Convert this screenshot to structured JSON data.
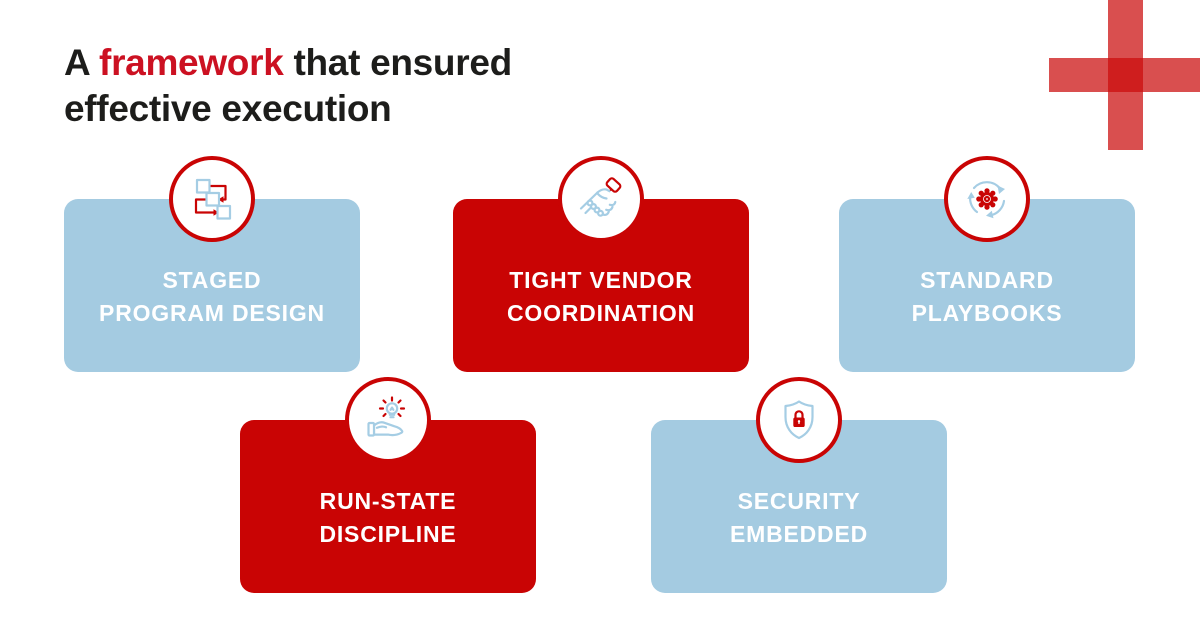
{
  "colors": {
    "title_text": "#1d1d1b",
    "title_highlight": "#cc1122",
    "card_red": "#c90404",
    "card_blue": "#a4cbe1",
    "card_text": "#ffffff",
    "icon_red": "#c90404",
    "icon_blue": "#a5cde4",
    "cross_red": "#cb0b0b"
  },
  "title": {
    "part1": "A",
    "highlight": "framework",
    "part2": "that ensured",
    "line2": "effective execution"
  },
  "decorations": {
    "plus": {
      "shape": "plus-cross",
      "color": "#cb0b0b",
      "position": "top-right"
    }
  },
  "cards": [
    {
      "variant": "blue",
      "icon": "flowchart-icon",
      "lines": [
        "STAGED",
        "PROGRAM DESIGN"
      ]
    },
    {
      "variant": "red",
      "icon": "handshake-icon",
      "lines": [
        "TIGHT VENDOR",
        "COORDINATION"
      ]
    },
    {
      "variant": "blue",
      "icon": "gear-cycle-icon",
      "lines": [
        "STANDARD",
        "PLAYBOOKS"
      ]
    },
    {
      "variant": "red",
      "icon": "idea-hand-icon",
      "lines": [
        "RUN-STATE",
        "DISCIPLINE"
      ]
    },
    {
      "variant": "blue",
      "icon": "shield-lock-icon",
      "lines": [
        "SECURITY",
        "EMBEDDED"
      ]
    }
  ]
}
